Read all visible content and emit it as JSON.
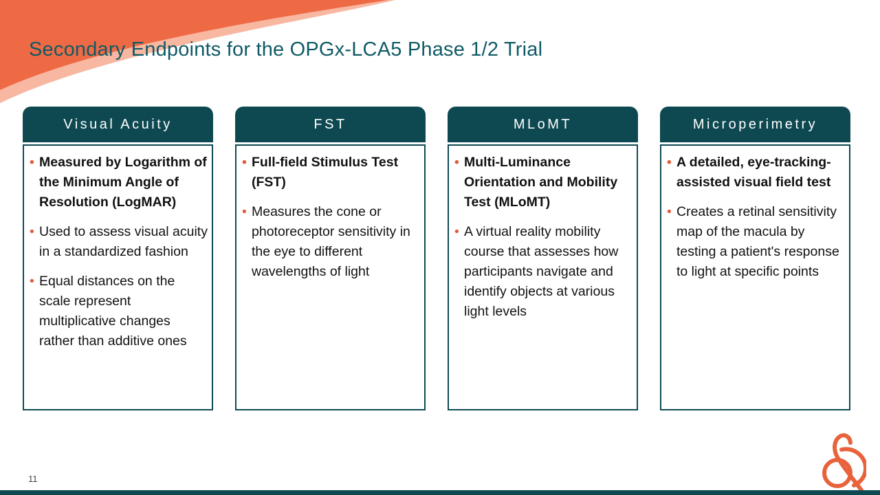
{
  "slide": {
    "title": "Secondary Endpoints for the OPGx-LCA5 Phase 1/2 Trial",
    "page_number": "11"
  },
  "colors": {
    "accent_orange": "#EE6A45",
    "bullet_orange": "#E05B3C",
    "header_teal": "#0E4952",
    "title_teal": "#0F5A66"
  },
  "icons": {
    "logo": "orange-swirl-brand-logo"
  },
  "cards": [
    {
      "title": "Visual Acuity",
      "bullets": [
        "Measured by Logarithm of the Minimum Angle of Resolution (LogMAR)",
        "Used to assess visual acuity in a standardized fashion",
        "Equal distances on the scale represent multiplicative changes rather than additive ones"
      ]
    },
    {
      "title": "FST",
      "bullets": [
        "Full-field Stimulus Test (FST)",
        "Measures the cone or photoreceptor sensitivity in the eye to different wavelengths of light"
      ]
    },
    {
      "title": "MLoMT",
      "bullets": [
        "Multi-Luminance Orientation and Mobility Test (MLoMT)",
        "A virtual reality mobility course that assesses how participants navigate and identify objects at various light levels"
      ]
    },
    {
      "title": "Microperimetry",
      "bullets": [
        "A detailed, eye-tracking-assisted visual field test",
        "Creates a retinal sensitivity map of the macula by testing a patient's response to light at specific points"
      ]
    }
  ]
}
